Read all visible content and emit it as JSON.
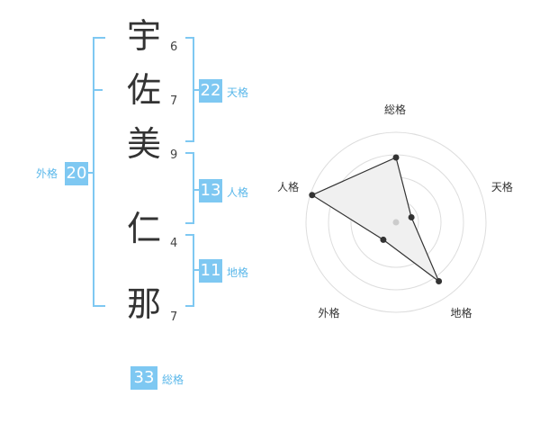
{
  "name": {
    "chars": [
      {
        "char": "宇",
        "strokes": "6"
      },
      {
        "char": "佐",
        "strokes": "7"
      },
      {
        "char": "美",
        "strokes": "9"
      },
      {
        "char": "仁",
        "strokes": "4"
      },
      {
        "char": "那",
        "strokes": "7"
      }
    ]
  },
  "fortunes": {
    "tenkaku": {
      "value": "22",
      "label": "天格"
    },
    "jinkaku": {
      "value": "13",
      "label": "人格"
    },
    "chikaku": {
      "value": "11",
      "label": "地格"
    },
    "gaikaku": {
      "value": "20",
      "label": "外格"
    },
    "soukaku": {
      "value": "33",
      "label": "総格"
    }
  },
  "radar": {
    "axes": [
      "総格",
      "天格",
      "地格",
      "外格",
      "人格"
    ],
    "values": [
      0.72,
      0.18,
      0.81,
      0.24,
      0.98
    ],
    "max": 1,
    "rings": 4
  },
  "colors": {
    "accent": "#7ec8f2",
    "label": "#5bb8ea",
    "polygon_fill": "#f0f0f0"
  }
}
